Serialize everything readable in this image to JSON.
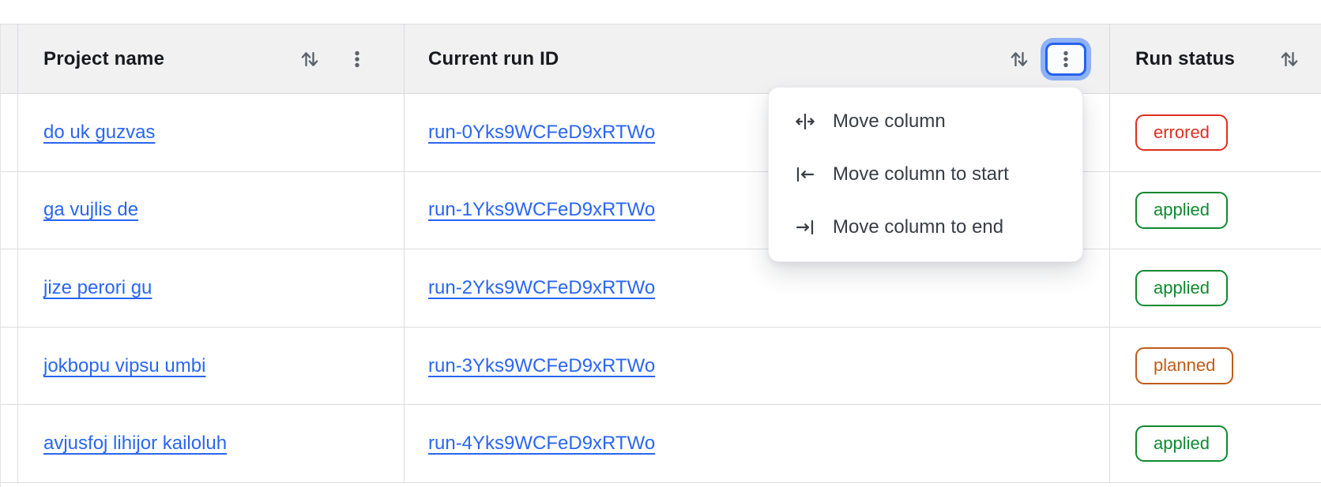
{
  "table": {
    "columns": [
      {
        "id": "project_name",
        "label": "Project name",
        "sortable": true,
        "has_menu": true,
        "menu_open": false
      },
      {
        "id": "current_run_id",
        "label": "Current run ID",
        "sortable": true,
        "has_menu": true,
        "menu_open": true
      },
      {
        "id": "run_status",
        "label": "Run status",
        "sortable": true,
        "has_menu": false,
        "menu_open": false
      }
    ],
    "rows": [
      {
        "project_name": "do uk guzvas",
        "current_run_id": "run-0Yks9WCFeD9xRTWo",
        "run_status": "errored"
      },
      {
        "project_name": "ga vujlis de",
        "current_run_id": "run-1Yks9WCFeD9xRTWo",
        "run_status": "applied"
      },
      {
        "project_name": "jize perori gu",
        "current_run_id": "run-2Yks9WCFeD9xRTWo",
        "run_status": "applied"
      },
      {
        "project_name": "jokbopu vipsu umbi",
        "current_run_id": "run-3Yks9WCFeD9xRTWo",
        "run_status": "planned"
      },
      {
        "project_name": "avjusfoj lihijor kailoluh",
        "current_run_id": "run-4Yks9WCFeD9xRTWo",
        "run_status": "applied"
      }
    ]
  },
  "column_menu": {
    "attached_to": "current_run_id",
    "items": [
      {
        "icon": "move-column-icon",
        "label": "Move column"
      },
      {
        "icon": "move-column-to-start-icon",
        "label": "Move column to start"
      },
      {
        "icon": "move-column-to-end-icon",
        "label": "Move column to end"
      }
    ]
  },
  "icons": {
    "sort": "sort-arrows-icon",
    "kebab": "kebab-menu-icon"
  },
  "colors": {
    "link": "#2a66f2",
    "header_bg": "#f1f1f2",
    "border": "#dcdde0",
    "icon_gray": "#5a616b",
    "menu_text": "#373d45",
    "focus_ring_inner": "#2563eb",
    "focus_ring_outer": "#8fb2f6",
    "status": {
      "errored": "#e12d21",
      "applied": "#11892f",
      "planned": "#c05c17"
    }
  }
}
